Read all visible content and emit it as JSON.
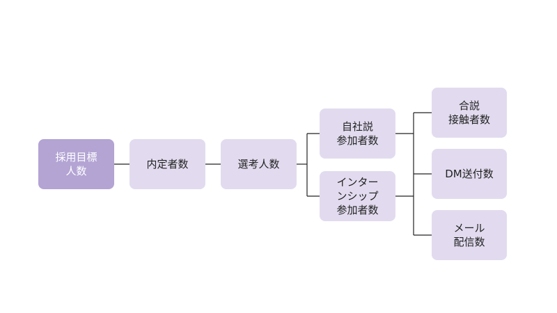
{
  "diagram": {
    "colors": {
      "root_fill": "#b3a4d4",
      "root_text": "#ffffff",
      "node_fill": "#e2dbef",
      "node_text": "#222222",
      "line": "#222222"
    },
    "nodes": {
      "target_hires": "採用目標\n人数",
      "job_offers": "内定者数",
      "applicants": "選考人数",
      "company_briefing": "自社説\n参加者数",
      "internship": "インター\nンシップ\n参加者数",
      "joint_briefing": "合説\n接触者数",
      "dm_sent": "DM送付数",
      "email": "メール\n配信数"
    }
  }
}
